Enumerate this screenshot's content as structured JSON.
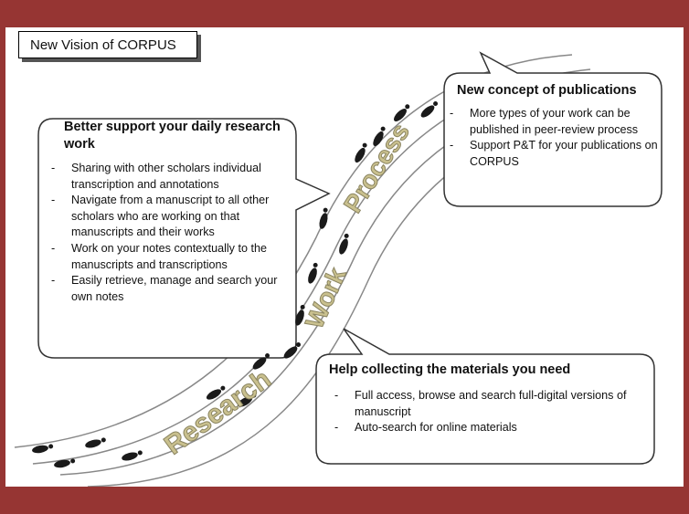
{
  "title": "New Vision of CORPUS",
  "path_words": {
    "research": "Research",
    "work": "Work",
    "process": "Process"
  },
  "bubbles": {
    "daily": {
      "heading": "Better support your daily research work",
      "items": [
        "Sharing with other scholars individual transcription and annotations",
        "Navigate from a manuscript to all other scholars who are working on that manuscripts and their works",
        "Work on your notes contextually to the manuscripts and transcriptions",
        "Easily retrieve, manage and search your own notes"
      ]
    },
    "publications": {
      "heading": "New concept of publications",
      "items": [
        "More types of your work can be published in peer-review process",
        "Support P&T for your publications on CORPUS"
      ]
    },
    "materials": {
      "heading": "Help collecting the materials you need",
      "items": [
        "Full access, browse and search full-digital versions of manuscript",
        "Auto-search for online materials"
      ]
    }
  },
  "colors": {
    "frame": "#963533",
    "word_fill": "#c9c08e",
    "footprint": "#1a1a1a"
  },
  "icons": [
    "footprint-icon"
  ]
}
